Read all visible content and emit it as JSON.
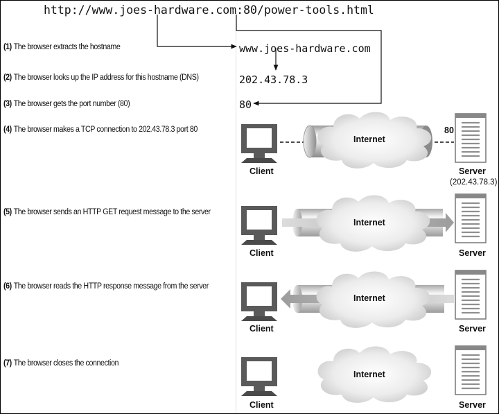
{
  "url": {
    "prefix": "http://www.joes-hardware.com",
    "sep": ":",
    "port": "80",
    "path": "/power-tools.html"
  },
  "results": {
    "hostname": "www.joes-hardware.com",
    "ip": "202.43.78.3",
    "port": "80"
  },
  "steps": [
    {
      "num": "(1)",
      "text": "The browser extracts the hostname"
    },
    {
      "num": "(2)",
      "text": "The browser looks up the IP address for this hostname (DNS)"
    },
    {
      "num": "(3)",
      "text": "The browser gets the port number (80)"
    },
    {
      "num": "(4)",
      "text": "The browser makes a TCP connection to 202.43.78.3 port 80"
    },
    {
      "num": "(5)",
      "text": "The browser sends an HTTP GET request message to the server"
    },
    {
      "num": "(6)",
      "text": "The browser reads the HTTP response message from the server"
    },
    {
      "num": "(7)",
      "text": "The browser closes the connection"
    }
  ],
  "labels": {
    "client": "Client",
    "server": "Server",
    "internet": "Internet",
    "server_ip": "(202.43.78.3)",
    "port_tag": "80"
  },
  "icons": [
    "client-computer-icon",
    "server-tower-icon",
    "internet-cloud-icon",
    "pipe-icon",
    "arrow-icon"
  ]
}
